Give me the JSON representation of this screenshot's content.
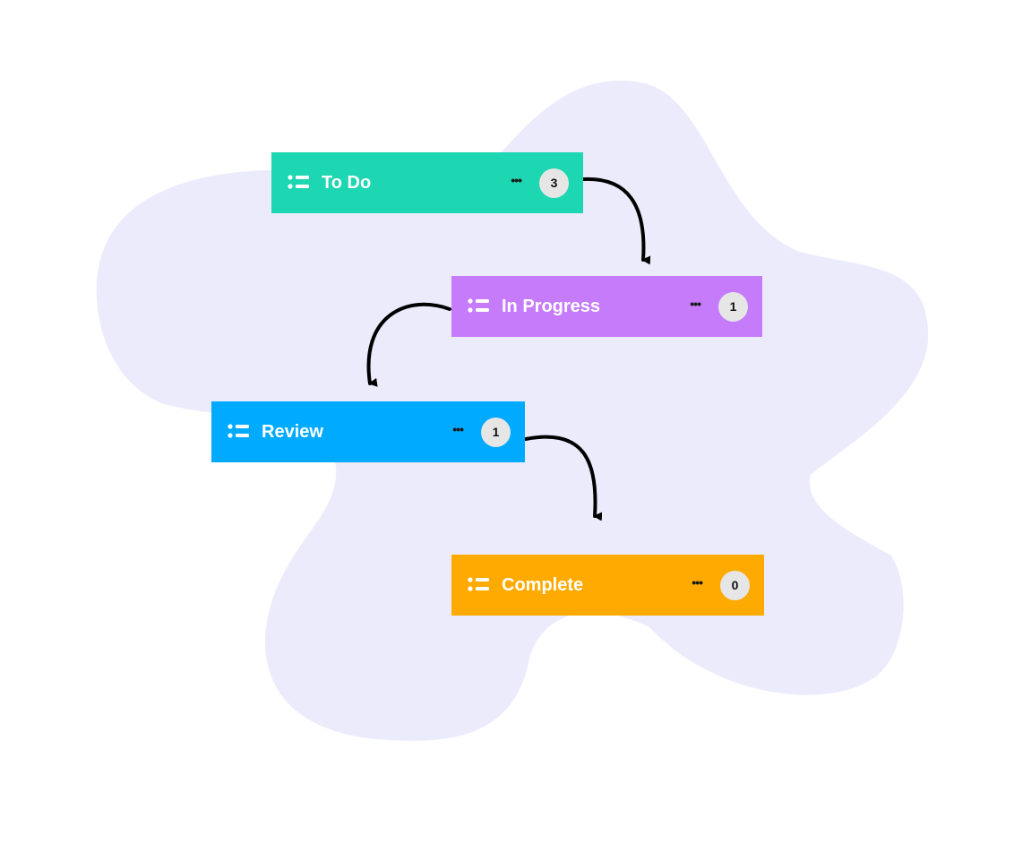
{
  "colors": {
    "blob": "#ebebfc",
    "arrow": "#000000",
    "todo": "#1dd6b2",
    "in_progress": "#c57bfa",
    "review": "#00aaff",
    "complete": "#ffaa00"
  },
  "stages": [
    {
      "id": "todo",
      "title": "To Do",
      "count": "3",
      "more": "•••",
      "icon": "list-icon"
    },
    {
      "id": "in_progress",
      "title": "In Progress",
      "count": "1",
      "more": "•••",
      "icon": "list-icon"
    },
    {
      "id": "review",
      "title": "Review",
      "count": "1",
      "more": "•••",
      "icon": "list-icon"
    },
    {
      "id": "complete",
      "title": "Complete",
      "count": "0",
      "more": "•••",
      "icon": "list-icon"
    }
  ],
  "connections": [
    {
      "from": "todo",
      "to": "in_progress"
    },
    {
      "from": "in_progress",
      "to": "review"
    },
    {
      "from": "review",
      "to": "complete"
    }
  ]
}
